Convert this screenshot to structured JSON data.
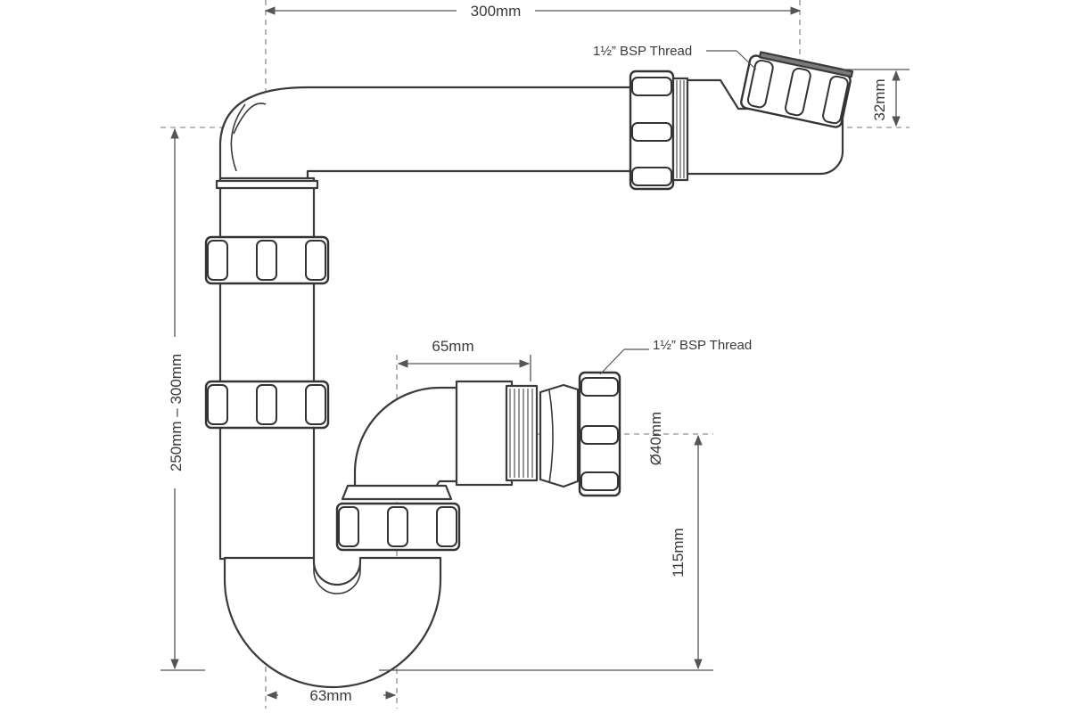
{
  "dimensions": {
    "top_width": "300mm",
    "top_outlet_diameter": "32mm",
    "height_range": "250mm – 300mm",
    "inlet_offset": "65mm",
    "inlet_diameter": "Ø40mm",
    "inlet_height": "115mm",
    "trap_offset": "63mm"
  },
  "callouts": {
    "top_thread": "1½” BSP Thread",
    "inlet_thread": "1½” BSP Thread"
  },
  "colors": {
    "outline": "#3a3a3a",
    "dimension_line": "#555555",
    "background": "#ffffff"
  }
}
